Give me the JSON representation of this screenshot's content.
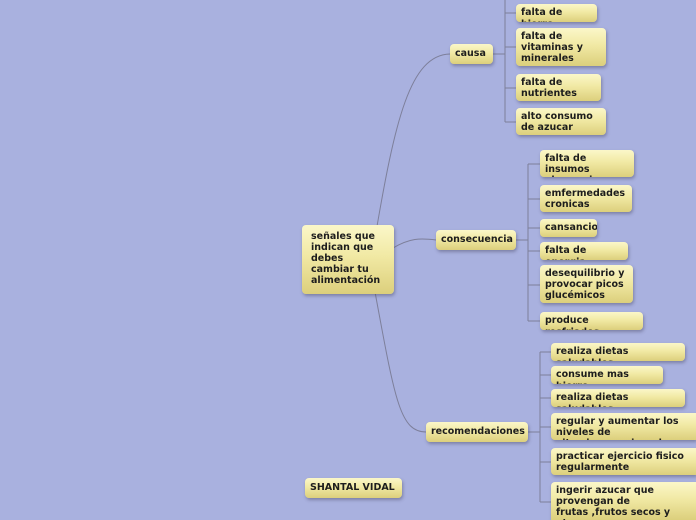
{
  "root": {
    "label": "señales que\nindican que\ndebes\ncambiar tu\nalimentación"
  },
  "branches": {
    "causa": {
      "label": "causa",
      "children": [
        "falta de hierro",
        "falta de\nvitaminas y\nminerales",
        "falta de\nnutrientes",
        "alto consumo\nde azucar"
      ]
    },
    "consecuencia": {
      "label": "consecuencia",
      "children": [
        "falta de insumos\nal organizmos",
        "emfermedades\ncronicas",
        "cansancio",
        "falta de energia",
        "desequilibrio y\nprovocar picos\nglucémicos",
        "produce resfriados"
      ]
    },
    "recomendaciones": {
      "label": "recomendaciones",
      "children": [
        "realiza dietas saludables",
        "consume mas hierro",
        "realiza dietas saludables",
        "regular y aumentar los niveles de\nvitaminas y minerales",
        "practicar ejercicio fisico\nregularmente",
        "ingerir azucar que provengan de\nfrutas ,frutos secos y otras\nfuentes de origen vegetal"
      ]
    }
  },
  "author": "SHANTAL VIDAL",
  "colors": {
    "background": "#a9b1df",
    "connector": "#7d7f9a",
    "node": "#f1e9a4"
  }
}
